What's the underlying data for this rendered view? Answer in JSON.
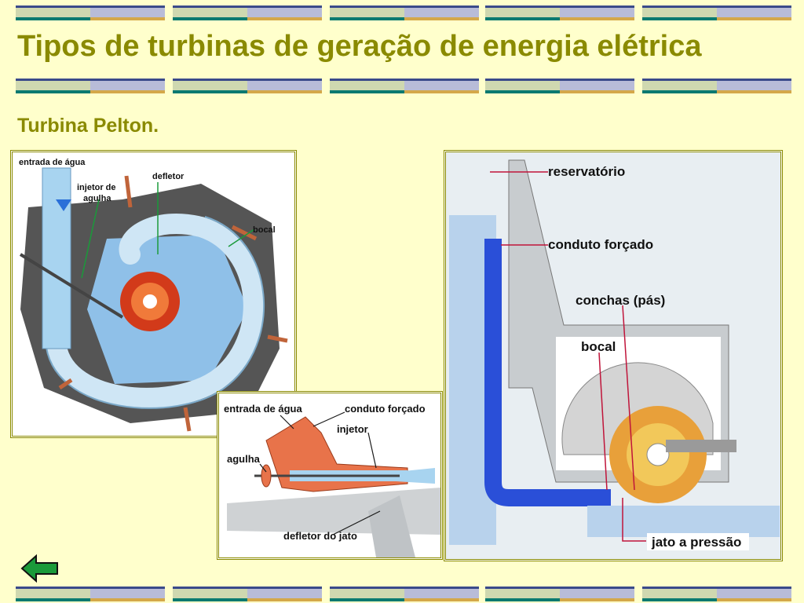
{
  "slide": {
    "title": "Tipos de turbinas de geração de energia elétrica",
    "subtitle": "Turbina Pelton."
  },
  "diagram1": {
    "labels": {
      "entrada": "entrada de água",
      "injetor_l1": "injetor de",
      "injetor_l2": "agulha",
      "defletor": "defletor",
      "bocal": "bocal"
    }
  },
  "diagram2": {
    "labels": {
      "entrada": "entrada de água",
      "conduto": "conduto forçado",
      "injetor": "injetor",
      "agulha": "agulha",
      "defletor_jato": "defletor do jato"
    }
  },
  "diagram3": {
    "labels": {
      "reservatorio": "reservatório",
      "conduto": "conduto forçado",
      "conchas": "conchas (pás)",
      "bocal": "bocal",
      "jato": "jato a pressão"
    }
  },
  "colors": {
    "accent": "#8a8a00",
    "background": "#ffffcc",
    "water": "#2a4fd8",
    "arrow": "#1a9a3a"
  },
  "navigation": {
    "back_icon": "left-arrow-icon"
  }
}
